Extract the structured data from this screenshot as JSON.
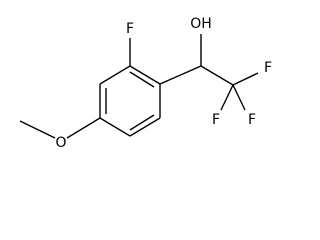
{
  "structure": {
    "atoms": {
      "fluorine_ring": "F",
      "hydroxyl": "OH",
      "fluorine_top": "F",
      "fluorine_left": "F",
      "fluorine_right": "F",
      "ether_oxygen": "O"
    }
  }
}
